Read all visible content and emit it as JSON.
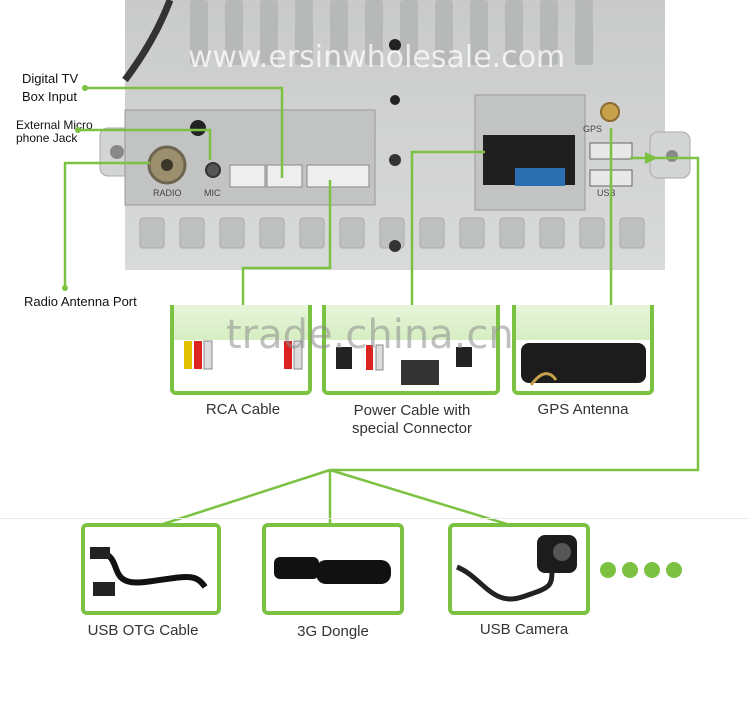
{
  "watermarks": {
    "top": "www.ersinwholesale.com",
    "middle": "trade.china.cn"
  },
  "ports": {
    "digital_tv": "Digital TV\nBox Input",
    "mic_jack": "External Micro\nphone Jack",
    "radio_antenna": "Radio Antenna Port"
  },
  "panel_markings": {
    "radio": "RADIO",
    "mic": "MIC",
    "gps": "GPS",
    "usb": "USB"
  },
  "accessories_top": [
    {
      "label": "RCA Cable"
    },
    {
      "label": "Power Cable with\nspecial Connector"
    },
    {
      "label": "GPS Antenna"
    }
  ],
  "accessories_bottom": [
    {
      "label": "USB OTG Cable"
    },
    {
      "label": "3G Dongle"
    },
    {
      "label": "USB Camera"
    }
  ],
  "colors": {
    "accent": "#7cc242",
    "panel": "#cfd0d0"
  }
}
